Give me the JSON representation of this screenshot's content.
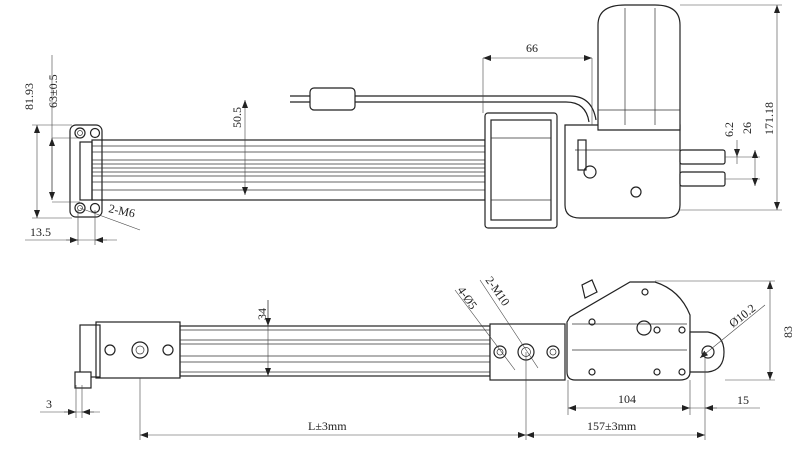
{
  "top_view": {
    "dims": {
      "d66": "66",
      "d81_93": "81.93",
      "d63": "63±0.5",
      "d50_5": "50.5",
      "d6_2": "6.2",
      "d26": "26",
      "d171_18": "171.18",
      "d2_m6": "2-M6",
      "d13_5": "13.5"
    }
  },
  "side_view": {
    "dims": {
      "d34": "34",
      "d2_m10": "2-M10",
      "d4_phi5": "4-Ø5",
      "d_phi10_2": "Ø10.2",
      "d83": "83",
      "d3": "3",
      "d104": "104",
      "d15": "15",
      "dL": "L±3mm",
      "d157": "157±3mm"
    }
  },
  "colors": {
    "line": "#222222",
    "background": "#ffffff"
  }
}
